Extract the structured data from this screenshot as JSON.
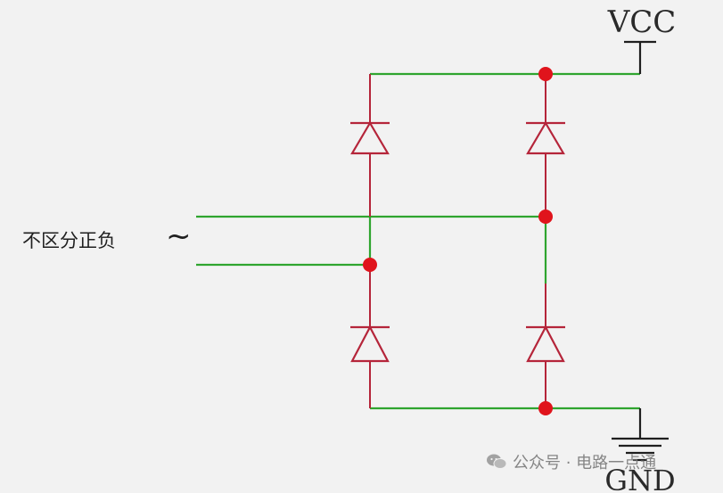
{
  "labels": {
    "vcc": "VCC",
    "gnd": "GND",
    "input_label": "不区分正负",
    "ac_symbol": "~"
  },
  "watermark": {
    "text": "公众号 · 电路一点通",
    "icon": "wechat-icon"
  },
  "colors": {
    "wire": "#2fa52f",
    "diode": "#b5253a",
    "junction": "#e0141c",
    "background": "#f2f2f2"
  }
}
